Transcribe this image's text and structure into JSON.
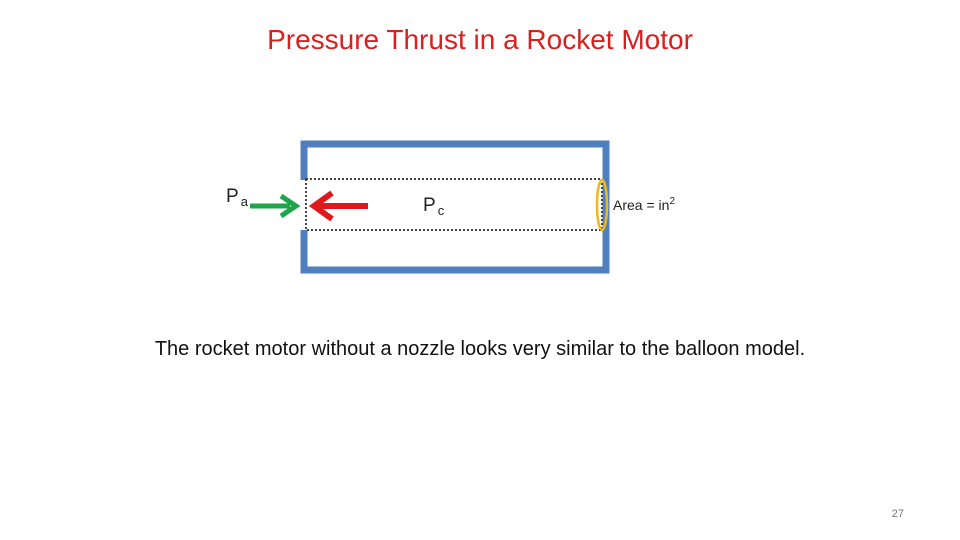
{
  "title": "Pressure Thrust in a Rocket Motor",
  "diagram": {
    "ambient_pressure": {
      "symbol": "P",
      "subscript": "a"
    },
    "chamber_pressure": {
      "symbol": "P",
      "subscript": "c"
    },
    "area_label": {
      "text": "Area = in",
      "superscript": "2"
    }
  },
  "caption": "The rocket motor without a nozzle looks very similar to the balloon model.",
  "page_number": "27",
  "colors": {
    "title": "#d9201e",
    "motor_case": "#4f7fbe",
    "ambient_arrow": "#1fa64a",
    "chamber_arrow": "#e0181e",
    "area_ellipse": "#f0b81e"
  }
}
